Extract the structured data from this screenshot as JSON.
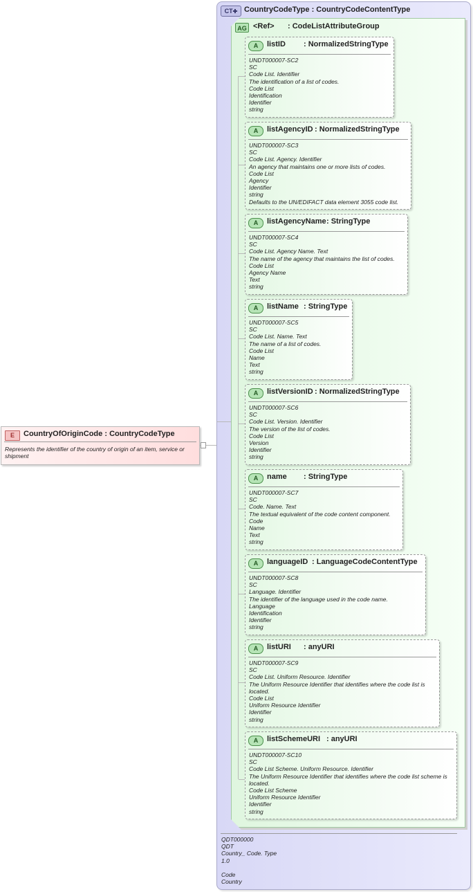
{
  "element": {
    "badge": "E",
    "name": "CountryOfOriginCode",
    "type": ": CountryCodeType",
    "description": "Represents the identifier of the country of origin of an item, service or shipment"
  },
  "complex_type": {
    "badge": "CT",
    "title": "CountryCodeType : CountryCodeContentType",
    "footer": [
      "QDT000000",
      "QDT",
      "Country_ Code. Type",
      "1.0",
      "",
      "Code",
      "Country"
    ]
  },
  "attribute_group": {
    "badge": "AG",
    "ref": "<Ref>",
    "type": ": CodeListAttributeGroup"
  },
  "attributes": [
    {
      "badge": "A",
      "name": "listID",
      "type": ": NormalizedStringType",
      "lines": [
        "UNDT000007-SC2",
        "SC",
        "Code List. Identifier",
        "The identification of a list of codes.",
        "Code List",
        "Identification",
        "Identifier",
        "string"
      ]
    },
    {
      "badge": "A",
      "name": "listAgencyID",
      "type": ": NormalizedStringType",
      "lines": [
        "UNDT000007-SC3",
        "SC",
        "Code List. Agency. Identifier",
        "An agency that maintains one or more lists of codes.",
        "Code List",
        "Agency",
        "Identifier",
        "string",
        "Defaults to the UN/EDIFACT data element 3055 code list."
      ]
    },
    {
      "badge": "A",
      "name": "listAgencyName",
      "type": ": StringType",
      "lines": [
        "UNDT000007-SC4",
        "SC",
        "Code List. Agency Name. Text",
        "The name of the agency that maintains the list of codes.",
        "Code List",
        "Agency Name",
        "Text",
        "string"
      ]
    },
    {
      "badge": "A",
      "name": "listName",
      "type": ": StringType",
      "lines": [
        "UNDT000007-SC5",
        "SC",
        "Code List. Name. Text",
        "The name of a list of codes.",
        "Code List",
        "Name",
        "Text",
        "string"
      ]
    },
    {
      "badge": "A",
      "name": "listVersionID",
      "type": ": NormalizedStringType",
      "lines": [
        "UNDT000007-SC6",
        "SC",
        "Code List. Version. Identifier",
        "The version of the list of codes.",
        "Code List",
        "Version",
        "Identifier",
        "string"
      ]
    },
    {
      "badge": "A",
      "name": "name",
      "type": ": StringType",
      "lines": [
        "UNDT000007-SC7",
        "SC",
        "Code. Name. Text",
        "The textual equivalent of the code content component.",
        "Code",
        "Name",
        "Text",
        "string"
      ]
    },
    {
      "badge": "A",
      "name": "languageID",
      "type": ": LanguageCodeContentType",
      "lines": [
        "UNDT000007-SC8",
        "SC",
        "Language. Identifier",
        "The identifier of the language used in the code name.",
        "Language",
        "Identification",
        "Identifier",
        "string"
      ]
    },
    {
      "badge": "A",
      "name": "listURI",
      "type": ": anyURI",
      "lines": [
        "UNDT000007-SC9",
        "SC",
        "Code List. Uniform Resource. Identifier",
        "The Uniform Resource Identifier that identifies where the code list is located.",
        "Code List",
        "Uniform Resource Identifier",
        "Identifier",
        "string"
      ]
    },
    {
      "badge": "A",
      "name": "listSchemeURI",
      "type": ": anyURI",
      "lines": [
        "UNDT000007-SC10",
        "SC",
        "Code List Scheme. Uniform Resource. Identifier",
        "The Uniform Resource Identifier that identifies where the code list scheme is located.",
        "Code List Scheme",
        "Uniform Resource Identifier",
        "Identifier",
        "string"
      ]
    }
  ]
}
